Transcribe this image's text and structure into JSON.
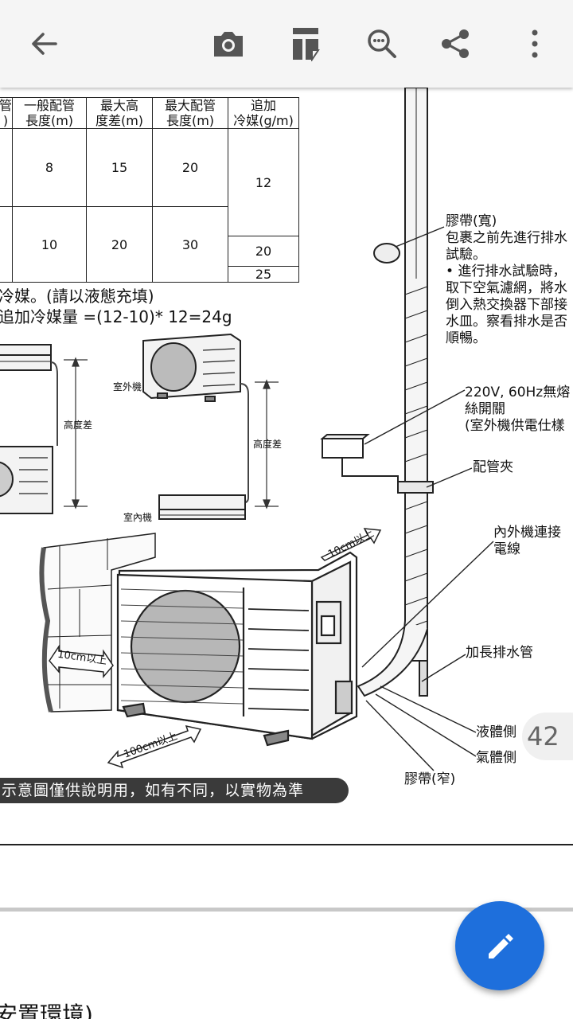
{
  "toolbar": {
    "back_icon": "arrow-left-icon",
    "camera_icon": "camera-icon",
    "layout_icon": "page-layout-icon",
    "zoom_icon": "zoom-out-icon",
    "share_icon": "share-icon",
    "more_icon": "more-vert-icon"
  },
  "table": {
    "col0_h1": "管",
    "col0_h2": ")",
    "col1_h1": "一般配管",
    "col1_h2": "長度(m)",
    "col2_h1": "最大高",
    "col2_h2": "度差(m)",
    "col3_h1": "最大配管",
    "col3_h2": "長度(m)",
    "col4_h1": "追加",
    "col4_h2": "冷媒(g/m)",
    "r1": [
      "8",
      "15",
      "20",
      "12"
    ],
    "r2": [
      "10",
      "20",
      "30",
      "20",
      "25"
    ]
  },
  "notes": {
    "line1": "冷媒。(請以液態充填)",
    "line2": "追加冷媒量 =(12-10)* 12=24g"
  },
  "diagram": {
    "outdoor_unit": "室外機",
    "height_diff_left": "高度差",
    "height_diff_right": "高度差",
    "indoor_unit": "室內機",
    "clear_top": "10cm以上",
    "clear_left": "10cm以上",
    "clear_front": "100cm以上"
  },
  "labels": {
    "tape_wide_1": "膠帶(寬)",
    "tape_wide_2": "包裹之前先進行排水",
    "tape_wide_3": "試驗。",
    "tape_wide_4": "• 進行排水試驗時，",
    "tape_wide_5": "取下空氣濾網，將水",
    "tape_wide_6": "倒入熱交換器下部接",
    "tape_wide_7": "水皿。察看排水是否",
    "tape_wide_8": "順暢。",
    "switch_1": "220V, 60Hz無熔",
    "switch_2": "絲開關",
    "switch_3": "(室外機供電仕樣",
    "clamp": "配管夾",
    "wire_1": "內外機連接",
    "wire_2": "電線",
    "drain": "加長排水管",
    "liquid": "液體側",
    "gas": "氣體側",
    "tape_narrow": "膠帶(窄)"
  },
  "page_number": "42",
  "caption": "示意圖僅供說明用，如有不同，以實物為準",
  "bottom_heading": "安置環境)",
  "fab_icon": "pencil-edit-icon"
}
